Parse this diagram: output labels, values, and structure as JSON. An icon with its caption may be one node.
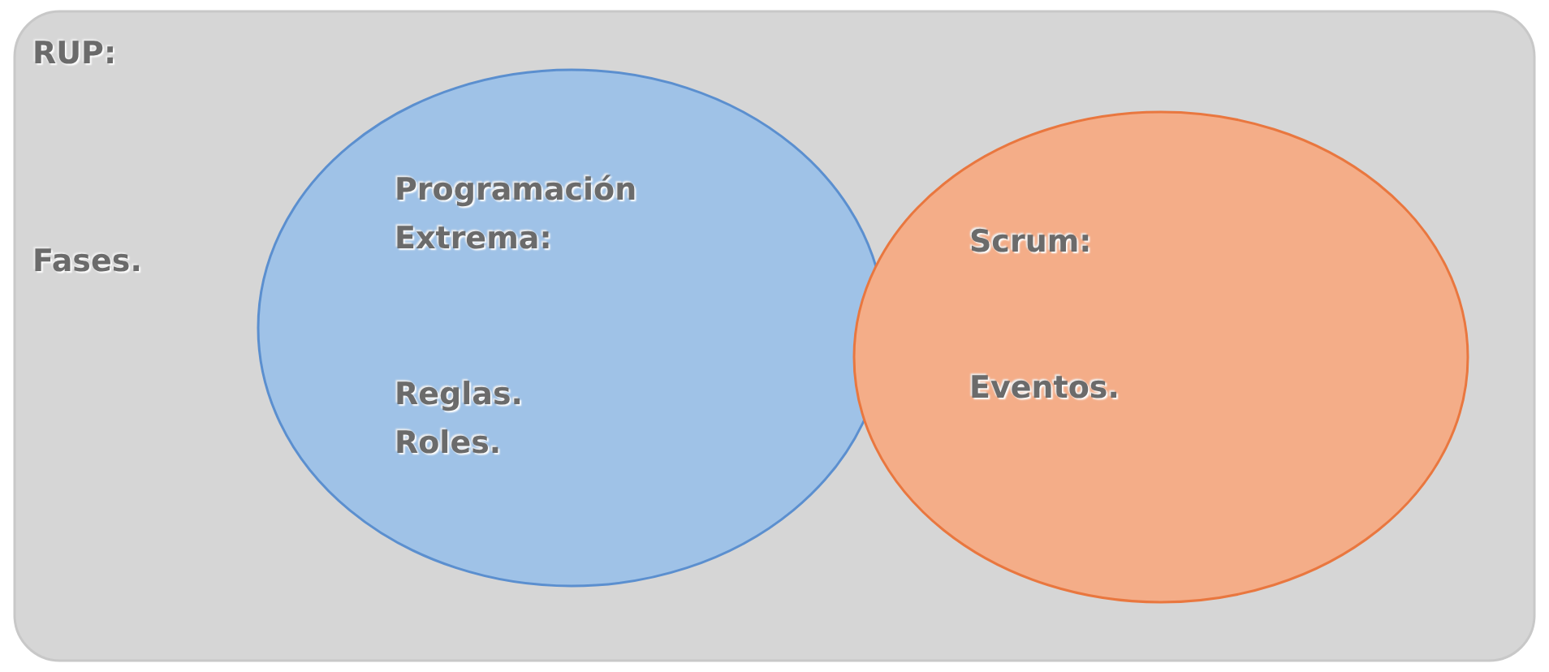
{
  "diagram": {
    "nodes": [
      {
        "text": [
          "RUP:",
          "Fases."
        ]
      },
      {
        "text": [
          "Programación Extrema:",
          "Reglas. Roles."
        ],
        "in": 0
      },
      {
        "text": [
          "Scrum:",
          "Eventos."
        ],
        "in": 0
      }
    ]
  }
}
